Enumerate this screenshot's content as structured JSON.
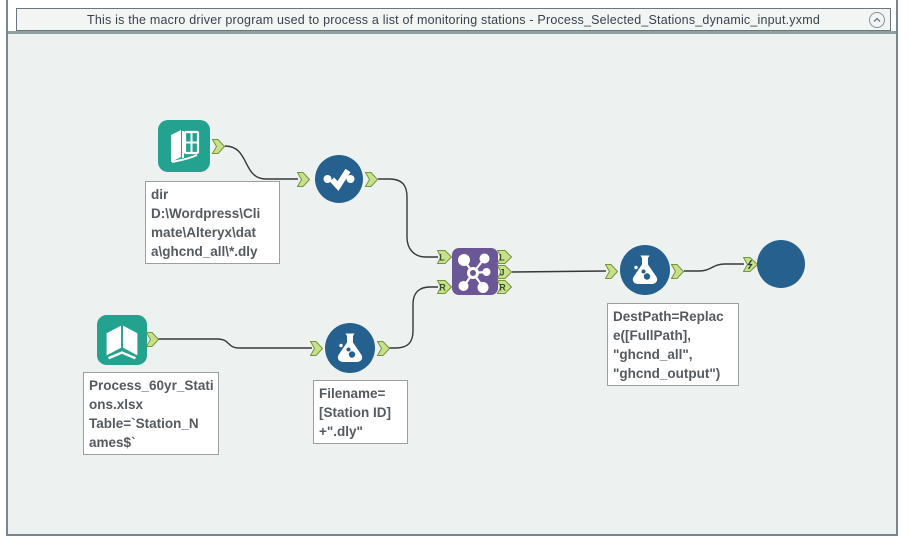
{
  "window": {
    "title": "This is the macro driver program used to  process a list of monitoring stations - Process_Selected_Stations_dynamic_input.yxmd",
    "collapse_icon": "chevron-up-circle"
  },
  "canvas": {
    "annotations": {
      "input_directory": "dir\nD:\\Wordpress\\Cli\nmate\\Alteryx\\dat\na\\ghcnd_all\\*.dly",
      "input_stations": "Process_60yr_Stati\nons.xlsx\nTable=`Station_N\names$`",
      "formula_filename": "Filename=\n[Station ID]\n+\".dly\"",
      "formula_destpath": "DestPath=Replac\ne([FullPath],\n\"ghcnd_all\",\n\"ghcnd_output\")"
    },
    "join_anchors": {
      "in_left": "L",
      "in_right": "R",
      "out_left": "L",
      "out_join": "J",
      "out_right": "R"
    },
    "tools": [
      {
        "name": "tool-input-directory",
        "type": "input-data"
      },
      {
        "name": "tool-checkmark",
        "type": "check-circle"
      },
      {
        "name": "tool-input-stations",
        "type": "input-data"
      },
      {
        "name": "tool-formula-filename",
        "type": "formula"
      },
      {
        "name": "tool-join",
        "type": "join"
      },
      {
        "name": "tool-formula-destpath",
        "type": "formula"
      },
      {
        "name": "tool-macro-output",
        "type": "macro-circle"
      }
    ],
    "icons": [
      "input-data-book-icon",
      "checkmark-icon",
      "formula-flask-icon",
      "join-network-icon",
      "macro-circle-icon",
      "lightning-icon",
      "chevron-up-icon"
    ]
  },
  "colors": {
    "teal": "#23a28f",
    "tool_blue": "#25608e",
    "join_purple": "#6b5796",
    "anchor_fill": "#c9e08a",
    "anchor_stroke": "#75953d",
    "wire": "#383838",
    "canvas_bg": "#edf2f1",
    "annotation_text": "#555a5e"
  }
}
